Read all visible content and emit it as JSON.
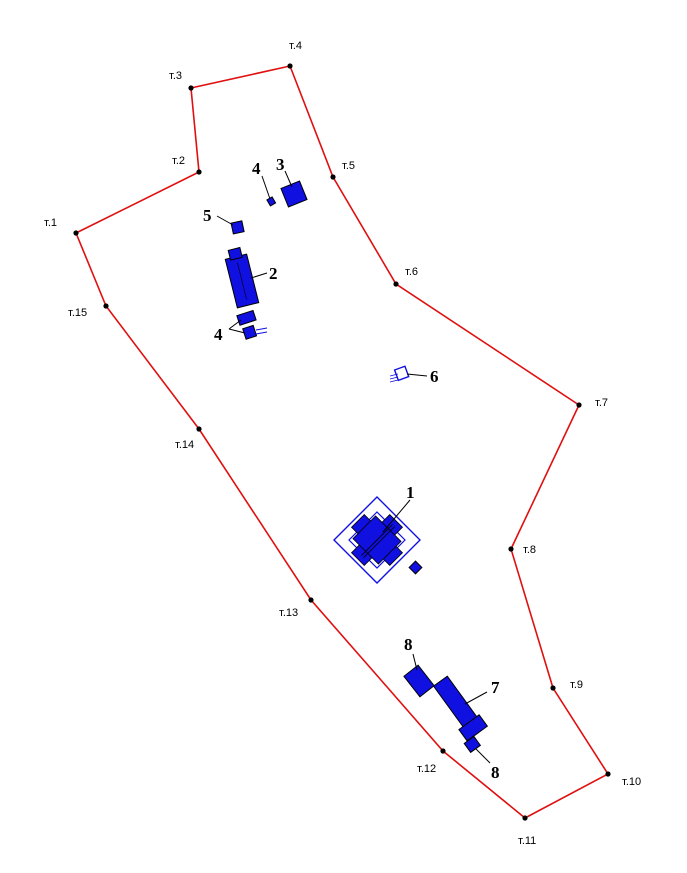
{
  "colors": {
    "boundary": "#e01010",
    "building": "#1010e0",
    "outline": "#000000"
  },
  "boundary_points": [
    {
      "label": "т.1"
    },
    {
      "label": "т.2"
    },
    {
      "label": "т.3"
    },
    {
      "label": "т.4"
    },
    {
      "label": "т.5"
    },
    {
      "label": "т.6"
    },
    {
      "label": "т.7"
    },
    {
      "label": "т.8"
    },
    {
      "label": "т.9"
    },
    {
      "label": "т.10"
    },
    {
      "label": "т.11"
    },
    {
      "label": "т.12"
    },
    {
      "label": "т.13"
    },
    {
      "label": "т.14"
    },
    {
      "label": "т.15"
    }
  ],
  "building_labels": [
    {
      "label": "1"
    },
    {
      "label": "2"
    },
    {
      "label": "3"
    },
    {
      "label": "4"
    },
    {
      "label": "4"
    },
    {
      "label": "5"
    },
    {
      "label": "6"
    },
    {
      "label": "7"
    },
    {
      "label": "8"
    },
    {
      "label": "8"
    }
  ]
}
